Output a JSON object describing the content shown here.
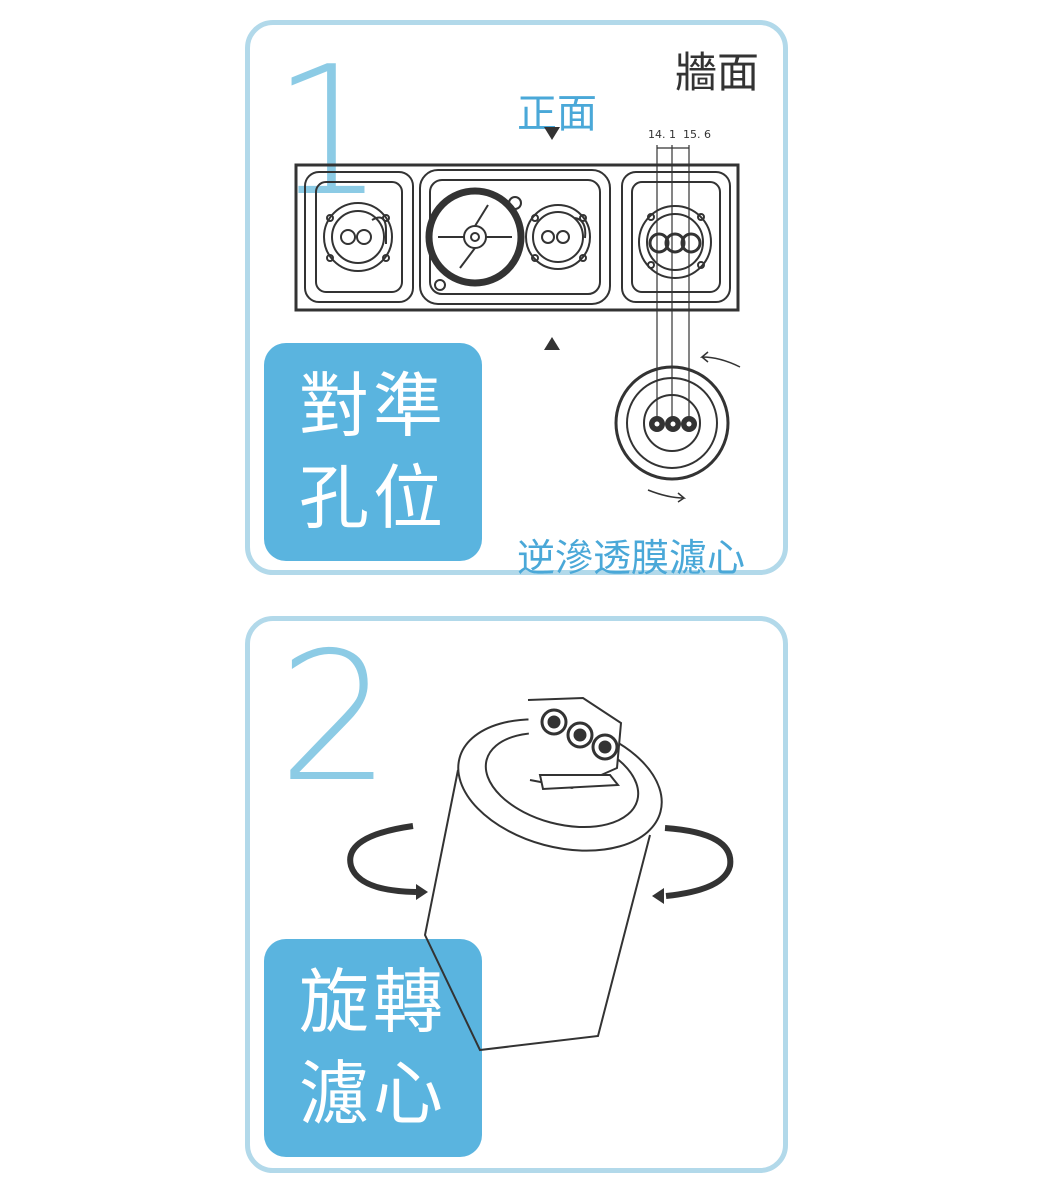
{
  "step1": {
    "number": "1",
    "label_line1": "對準",
    "label_line2": "孔位",
    "wall_label": "牆面",
    "front_label": "正面",
    "dim_left": "14. 1",
    "dim_right": "15. 6",
    "filter_name": "逆滲透膜濾心"
  },
  "step2": {
    "number": "2",
    "label_line1": "旋轉",
    "label_line2": "濾心"
  },
  "colors": {
    "border": "#b2d9ea",
    "accent": "#5ab4df",
    "number": "#8ccbe5",
    "line": "#333333"
  }
}
